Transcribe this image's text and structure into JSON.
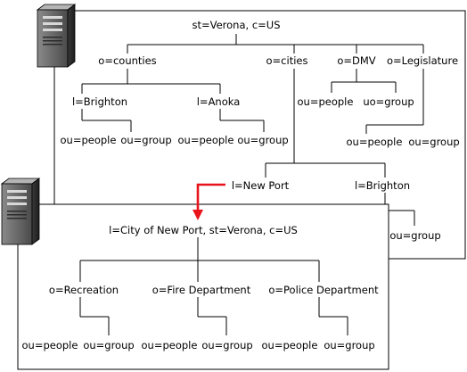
{
  "upper_tree": {
    "root": "st=Verona, c=US",
    "counties": "o=counties",
    "cities": "o=cities",
    "dmv": "o=DMV",
    "legislature": "o=Legislature",
    "brighton_county": "l=Brighton",
    "anoka": "l=Anoka",
    "brighton_people": "ou=people",
    "brighton_group": "ou=group",
    "anoka_people": "ou=people",
    "anoka_group": "ou=group",
    "dmv_people": "ou=people",
    "dmv_group": "uo=group",
    "leg_people": "ou=people",
    "leg_group": "ou=group",
    "new_port": "l=New Port",
    "brighton_city": "l=Brighton",
    "brighton_city_group": "ou=group"
  },
  "lower_tree": {
    "root": "l=City of New Port, st=Verona, c=US",
    "recreation": "o=Recreation",
    "fire": "o=Fire Department",
    "police": "o=Police Department",
    "rec_people": "ou=people",
    "rec_group": "ou=group",
    "fire_people": "ou=people",
    "fire_group": "ou=group",
    "police_people": "ou=people",
    "police_group": "ou=group"
  },
  "colors": {
    "referral_arrow": "#e8141c",
    "line": "#000000",
    "server_body": "#6b6b6b"
  },
  "icons": [
    "server-icon-upper",
    "server-icon-lower"
  ]
}
